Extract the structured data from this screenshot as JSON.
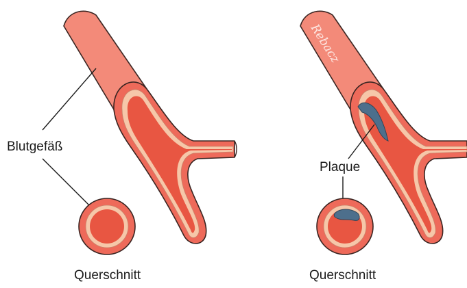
{
  "left_panel": {
    "vessel_label": "Blutgefäß",
    "section_label": "Querschnitt"
  },
  "right_panel": {
    "plaque_label": "Plaque",
    "section_label": "Querschnitt",
    "signature": "Rebacz"
  },
  "colors": {
    "outer_wall": "#ee6a5a",
    "inner_lumen": "#e85642",
    "wall_lining": "#f6c7a9",
    "vessel_light": "#f38a79",
    "outline": "#3a2522",
    "plaque": "#4d6f8c"
  }
}
